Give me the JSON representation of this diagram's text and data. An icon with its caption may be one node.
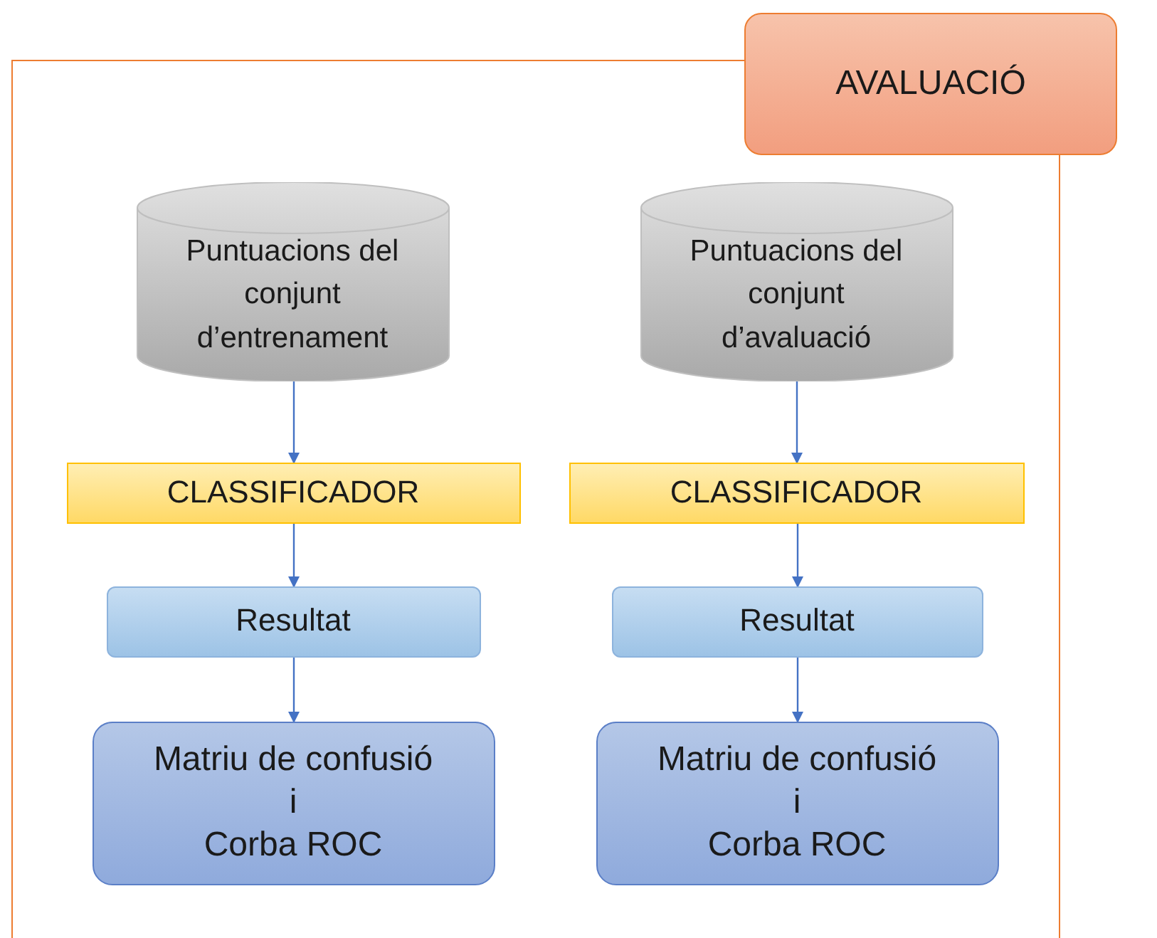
{
  "diagram": {
    "nodes": [
      {
        "text": [
          "AVALUACIÓ"
        ]
      },
      {
        "text": [
          "Puntuacions del conjunt d’entrenament"
        ],
        "in": 0
      },
      {
        "text": [
          "Puntuacions del conjunt d’avaluació"
        ],
        "in": 0
      },
      {
        "text": [
          "CLASSIFICADOR"
        ],
        "in": 0
      },
      {
        "text": [
          "CLASSIFICADOR"
        ],
        "in": 0
      },
      {
        "text": [
          "Resultat"
        ],
        "in": 0
      },
      {
        "text": [
          "Resultat"
        ],
        "in": 0
      },
      {
        "text": [
          "Matriu de confusió",
          "i",
          "Corba ROC"
        ],
        "in": 0
      },
      {
        "text": [
          "Matriu de confusió",
          "i",
          "Corba ROC"
        ],
        "in": 0
      }
    ],
    "edges": [
      {
        "from": 1,
        "to": 3,
        "arrow": "to"
      },
      {
        "from": 2,
        "to": 4,
        "arrow": "to"
      },
      {
        "from": 3,
        "to": 5,
        "arrow": "to"
      },
      {
        "from": 4,
        "to": 6,
        "arrow": "to"
      },
      {
        "from": 5,
        "to": 7,
        "arrow": "to"
      },
      {
        "from": 6,
        "to": 8,
        "arrow": "to"
      }
    ]
  }
}
